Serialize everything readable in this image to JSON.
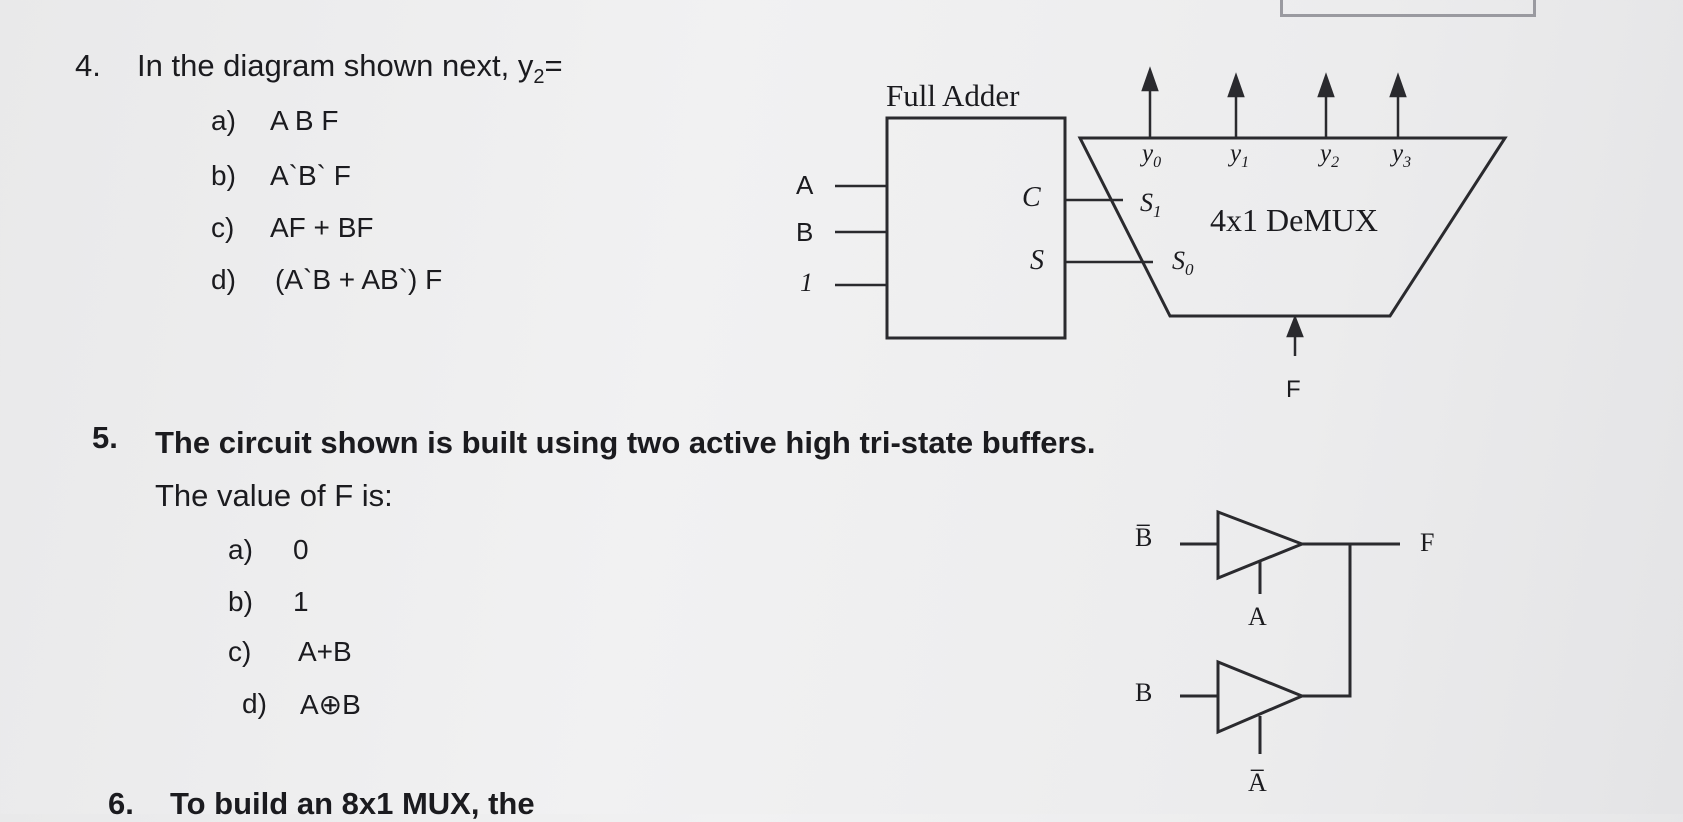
{
  "q4": {
    "number": "4.",
    "text_prefix": "In the diagram shown next, y",
    "text_sub": "2",
    "text_suffix": "=",
    "options": [
      {
        "label": "a)",
        "text": "A B F"
      },
      {
        "label": "b)",
        "text": "A`B` F"
      },
      {
        "label": "c)",
        "text": "AF + BF"
      },
      {
        "label": "d)",
        "text": "(A`B + AB`) F"
      }
    ],
    "diagram": {
      "adder_title": "Full Adder",
      "inputs": [
        "A",
        "B",
        "1"
      ],
      "carry_out": "C",
      "sum_out": "S",
      "demux_label": "4x1 DeMUX",
      "select_lines": [
        {
          "base": "S",
          "sub": "1"
        },
        {
          "base": "S",
          "sub": "0"
        }
      ],
      "outputs": [
        {
          "base": "y",
          "sub": "0"
        },
        {
          "base": "y",
          "sub": "1"
        },
        {
          "base": "y",
          "sub": "2"
        },
        {
          "base": "y",
          "sub": "3"
        }
      ],
      "data_input": "F"
    }
  },
  "q5": {
    "number": "5.",
    "line1": "The circuit shown is built using two active high tri-state buffers.",
    "line2": "The value of F is:",
    "options": [
      {
        "label": "a)",
        "text": "0"
      },
      {
        "label": "b)",
        "text": "1"
      },
      {
        "label": "c)",
        "text": "A+B"
      },
      {
        "label": "d)",
        "text": "A⊕B"
      }
    ],
    "diagram": {
      "buffer1_input": "B̅",
      "buffer1_enable": "A",
      "buffer2_input": "B",
      "buffer2_enable": "A̅",
      "output": "F"
    }
  },
  "q6": {
    "number": "6.",
    "text": "To build an 8x1 MUX, the"
  }
}
